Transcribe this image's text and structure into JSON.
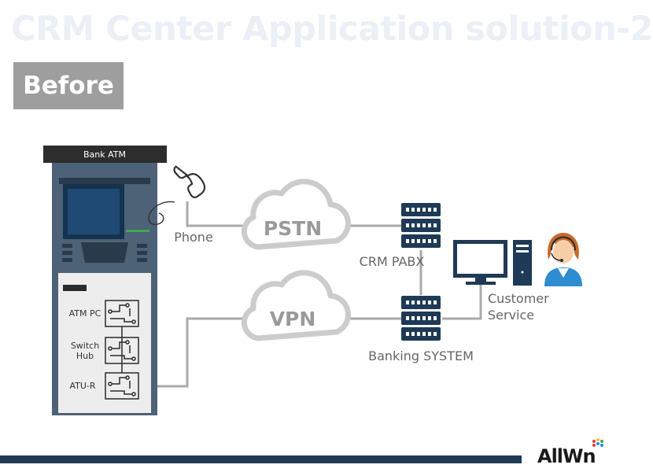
{
  "title": "CRM Center Application solution-2",
  "stage_label": "Before",
  "atm": {
    "header": "Bank ATM",
    "components": [
      "ATM PC",
      "Switch Hub",
      "ATU-R"
    ]
  },
  "labels": {
    "phone": "Phone",
    "pstn": "PSTN",
    "vpn": "VPN",
    "crm_pabx": "CRM PABX",
    "banking_system": "Banking SYSTEM",
    "customer_service": "Customer Service"
  },
  "logo_text": "AllWin",
  "colors": {
    "line": "#aaaaaa",
    "server": "#1e3a56",
    "atm_body": "#4d6177",
    "cloud": "#cccccc",
    "bottom_bar": "#1f3a52"
  }
}
